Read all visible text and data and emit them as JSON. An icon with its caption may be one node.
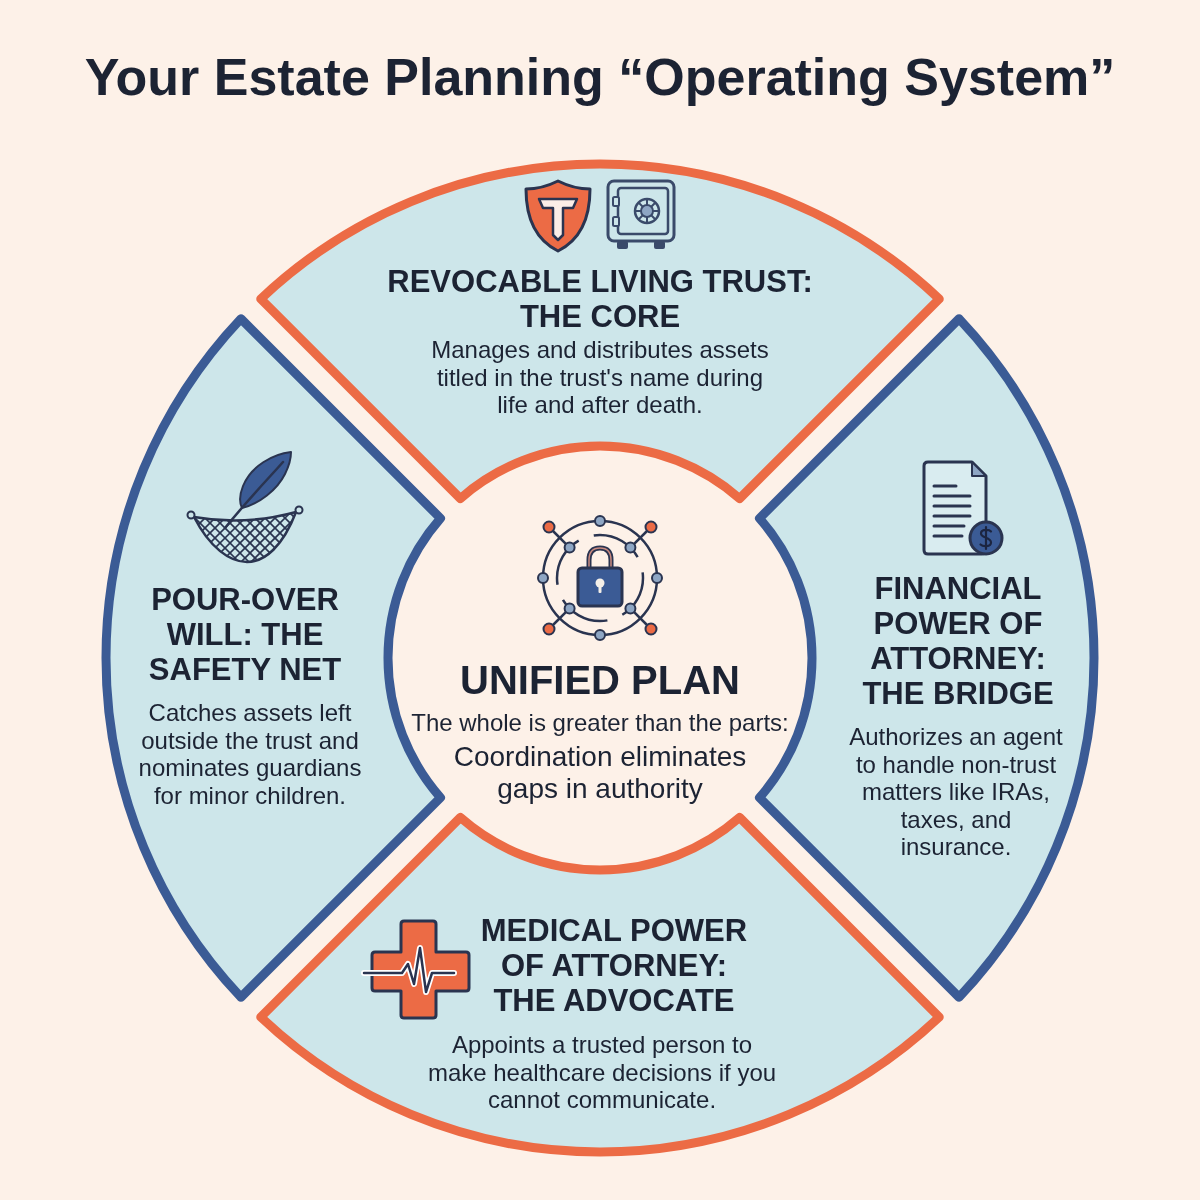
{
  "diagram": {
    "title": "Your Estate Planning “Operating System”",
    "nodes": [
      {
        "text": [
          "REVOCABLE LIVING TRUST: THE CORE",
          "Manages and distributes assets titled in the trust's name during life and after death."
        ]
      },
      {
        "text": [
          "POUR-OVER WILL: THE SAFETY NET",
          "Catches assets left outside the trust and nominates guardians for minor children."
        ]
      },
      {
        "text": [
          "FINANCIAL POWER OF ATTORNEY: THE BRIDGE",
          "Authorizes an agent to handle non-trust matters like IRAs, taxes, and insurance."
        ]
      },
      {
        "text": [
          "MEDICAL POWER OF ATTORNEY: THE ADVOCATE",
          "Appoints a trusted person to make healthcare decisions if you cannot communicate."
        ]
      }
    ],
    "labels": [
      "UNIFIED PLAN",
      "The whole is greater than the parts:",
      "Coordination eliminates gaps in authority"
    ]
  }
}
